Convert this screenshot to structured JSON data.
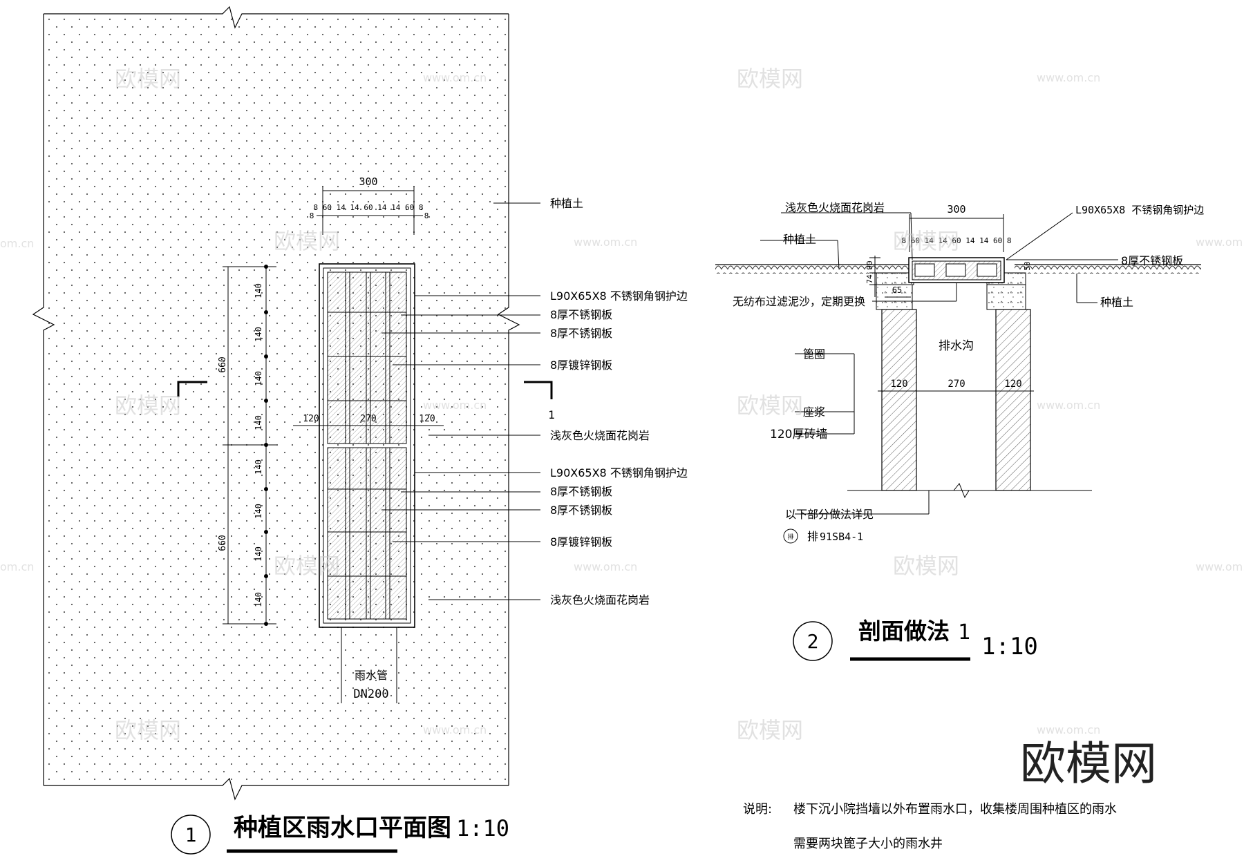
{
  "plan": {
    "dim_total": "300",
    "dim_top_row": "8 60 14 14 60 14 14 60 8",
    "dim_left_total_top": "660",
    "dim_left_total_bottom": "660",
    "dim_140": "140",
    "dim_8": "8",
    "dim_width_parts": [
      "120",
      "270",
      "120"
    ],
    "section_marker_num": "1",
    "labels": {
      "soil": "种植土",
      "angle_1": "L90X65X8  不锈钢角钢护边",
      "plate_1a": "8厚不锈钢板",
      "plate_1b": "8厚不锈钢板",
      "galv_1": "8厚镀锌钢板",
      "granite_1": "浅灰色火烧面花岗岩",
      "angle_2": "L90X65X8  不锈钢角钢护边",
      "plate_2a": "8厚不锈钢板",
      "plate_2b": "8厚不锈钢板",
      "galv_2": "8厚镀锌钢板",
      "granite_2": "浅灰色火烧面花岗岩",
      "pipe": "雨水管",
      "pipe_size": "DN200"
    },
    "title_num": "1",
    "title": "种植区雨水口平面图",
    "scale": "1:10"
  },
  "section": {
    "dim_total": "300",
    "dim_top_row": "8 60 14 14 60 14 14 60 8",
    "dim_90": "90",
    "dim_74": "74",
    "dim_65": "65",
    "dim_50": "50",
    "dim_bottom": [
      "120",
      "270",
      "120"
    ],
    "labels": {
      "granite": "浅灰色火烧面花岗岩",
      "soil_left": "种植土",
      "angle": "L90X65X8  不锈钢角钢护边",
      "plate": "8厚不锈钢板",
      "soil_right": "种植土",
      "filter": "无纺布过滤泥沙，定期更换",
      "trench": "排水沟",
      "grate": "篦圈",
      "mortar": "座浆",
      "wall": "120厚砖墙",
      "below": "以下部分做法详见",
      "ref_prefix": "排",
      "ref_code": "91SB4-1",
      "ref_circle": "排"
    },
    "title_num": "2",
    "title": "剖面做法",
    "title_suffix": "1",
    "scale": "1:10"
  },
  "notes": {
    "label": "说明:",
    "line1": "楼下沉小院挡墙以外布置雨水口，收集楼周围种植区的雨水",
    "line2": "需要两块篦子大小的雨水井"
  },
  "watermark": {
    "brand": "欧模网",
    "url": "www.om.cn",
    "url_short": "om.cn"
  }
}
